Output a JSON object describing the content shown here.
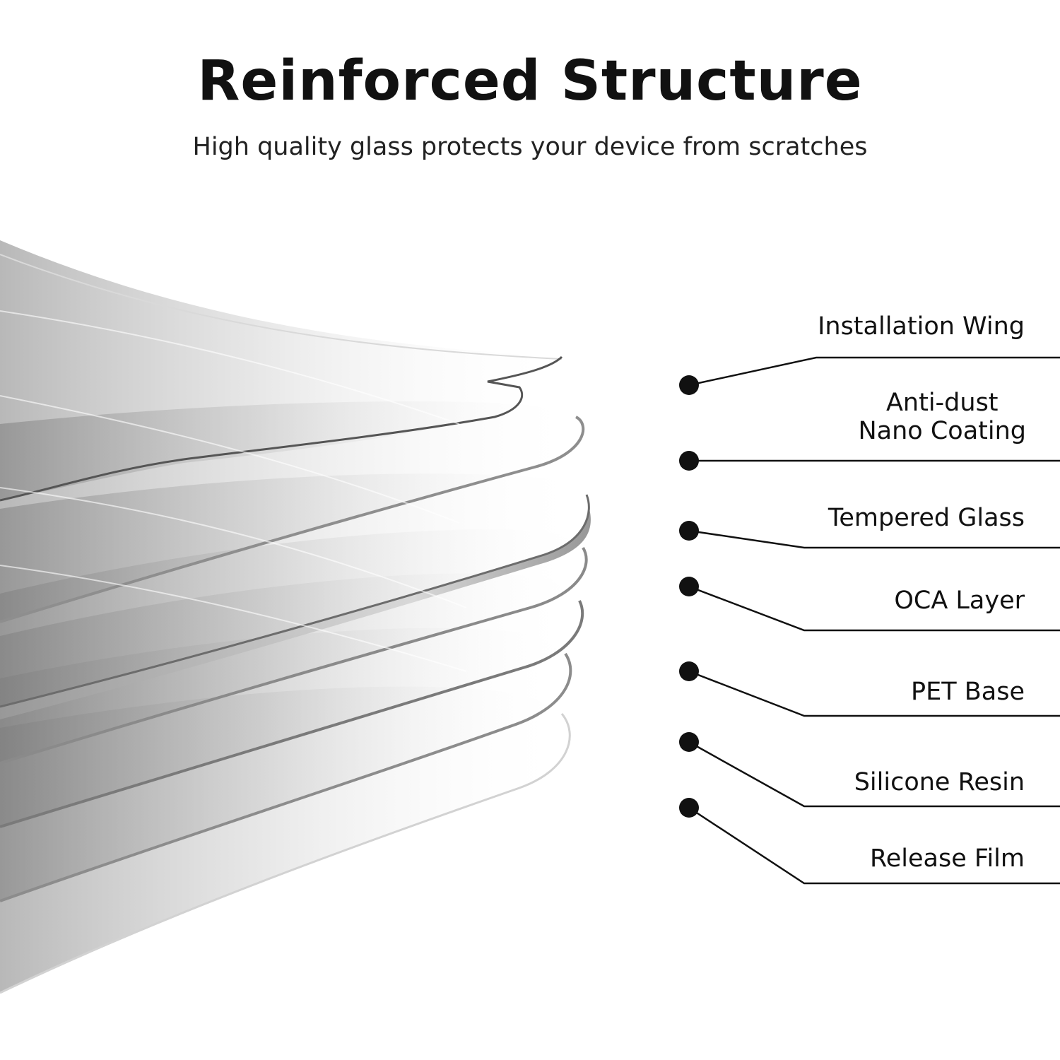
{
  "title": "Reinforced Structure",
  "subtitle": "High quality glass protects your device from scratches",
  "layers": [
    {
      "id": "installation-wing",
      "lines": [
        "Installation  Wing"
      ]
    },
    {
      "id": "anti-dust",
      "lines": [
        "Anti-dust",
        "Nano Coating"
      ]
    },
    {
      "id": "tempered-glass",
      "lines": [
        "Tempered Glass"
      ]
    },
    {
      "id": "oca-layer",
      "lines": [
        "OCA Layer"
      ]
    },
    {
      "id": "pet-base",
      "lines": [
        "PET Base"
      ]
    },
    {
      "id": "silicone-resin",
      "lines": [
        "Silicone Resin"
      ]
    },
    {
      "id": "release-film",
      "lines": [
        "Release Film"
      ]
    }
  ],
  "colors": {
    "text": "#111111",
    "leader": "#111111",
    "sheet_dark": "#8a8a8a",
    "sheet_light": "#ffffff"
  }
}
